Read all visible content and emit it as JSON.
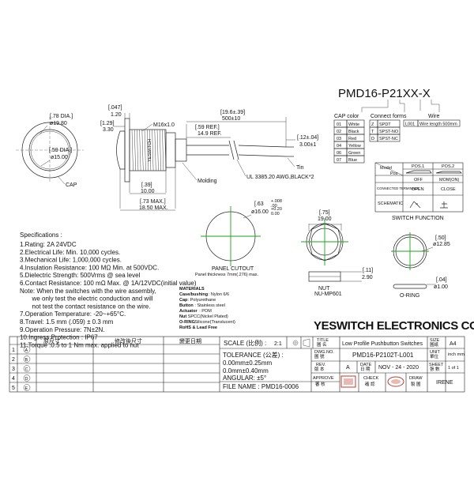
{
  "title": "PMD16-P21XX-X",
  "option_headers": {
    "cap": "CAP color",
    "connect": "Connect forms",
    "wire": "Wire"
  },
  "cap_colors": [
    {
      "code": "01",
      "name": "White"
    },
    {
      "code": "02",
      "name": "Black"
    },
    {
      "code": "03",
      "name": "Red"
    },
    {
      "code": "04",
      "name": "Yellow"
    },
    {
      "code": "06",
      "name": "Green"
    },
    {
      "code": "07",
      "name": "Blue"
    }
  ],
  "connect_forms": [
    {
      "code": "Z",
      "name": "SPDT"
    },
    {
      "code": "T",
      "name": "SPST-NO"
    },
    {
      "code": "D",
      "name": "SPST-NC"
    }
  ],
  "wire": {
    "code": "L001",
    "name": "Wire length 500mm"
  },
  "dims": {
    "cap_dia_in": "[.78 DIA.]",
    "cap_dia_mm": "ø19.80",
    "body_dia_in": "[.59 DIA.]",
    "body_dia_mm": "ø15.00",
    "cap_label": "CAP",
    "d047": "[.047]",
    "d120": "1.20",
    "d129": "[1.29]",
    "d330": "3.30",
    "thread": "M16x1.0",
    "brand_on_body": "YESWITCH",
    "d59": "[.59  REF.]",
    "d149": "14.9  REF.",
    "d196": "[19.6±.39]",
    "d500": "500±10",
    "d12": "[.12±.04]",
    "d300": "3.00±1",
    "tin": "Tin",
    "ul": "UL 3385.20 AWG,BLACK*2",
    "molding": "Molding",
    "d39": "[.39]",
    "d1000": "10.00",
    "d73": "[.73  MAX.]",
    "d1850": "18.50  MAX.",
    "cutout_dia_in": "[.63",
    "cutout_tol_in_top": "+.008",
    "cutout_tol_in_bot": ".00",
    "cutout_dia_mm": "ø16.00",
    "cutout_tol_mm_top": "+0.20",
    "cutout_tol_mm_bot": "0.00",
    "panel_title": "PANEL CUTOUT",
    "panel_note": "Panel thickness 7mm(.276) max.",
    "nut_w_in": "[.75]",
    "nut_w_mm": "19.00",
    "nut_t_in": "[.11]",
    "nut_t_mm": "2.90",
    "nut_title": "NUT",
    "nut_part": "NU-MP601",
    "oring_d_in": "[.50]",
    "oring_d_mm": "ø12.85",
    "oring_t_in": "[.04]",
    "oring_t_mm": "ø1.00",
    "oring_title": "O-RING"
  },
  "switch_function": {
    "title": "SWITCH  FUNCTION",
    "col_model": "Model",
    "col_pos": "Pos",
    "pos1": "POS.1",
    "pos2": "POS.2",
    "pos1_state": "OFF",
    "pos2_state": "MOM(ON)",
    "connected_label": "CONNECTED TERMINALS",
    "conn1": "OPEN",
    "conn2": "CLOSE",
    "schematic_label": "SCHEMATIC"
  },
  "materials": {
    "title": "MATERIALS",
    "items": [
      {
        "key": "Case/bushing",
        "value": ": Nylon 6/6"
      },
      {
        "key": "Cap",
        "value": ": Polyurethane"
      },
      {
        "key": "Button",
        "value": ": Stainless steel"
      },
      {
        "key": "Actuator",
        "value": ": POM"
      },
      {
        "key": "Nut",
        "value": " SPCC(Nickel Plated)"
      },
      {
        "key": "O-RING",
        "value": " Silicone(Translucent)"
      },
      {
        "key": "RoHS & Lead Free",
        "value": ""
      }
    ]
  },
  "specs": {
    "title": "Specifications :",
    "lines": [
      "1.Rating: 2A 24VDC",
      "2.Electrical Life: Min. 10,000 cycles.",
      "3.Mechanical Life: 1,000,000 cycles.",
      "4.Insulation Resistance: 100 MΩ Min. at 500VDC.",
      "5.Dielectric Strength: 500Vrms @ sea level",
      "6.Contact Resistance: 100 mΩ Max. @ 1A/12VDC(initial value)",
      "Note: When the switches with the wire assembly,",
      "       we only test the electric conduction and will",
      "       not test the contact resistance on the wire.",
      "7.Operation Temperature: -20~+65°C.",
      "8.Travel: 1.5 mm (.059) ± 0.3 mm",
      "9.Operation Pressure: 7N±2N.",
      "10.Ingress Protection : IP67",
      "11.Torque :0.5 to 1 Nm max. applied to nut"
    ]
  },
  "title_block": {
    "company": "YESWITCH ELECTRONICS CO.,LTD.",
    "rev_headers": [
      "原尺寸",
      "修改後尺寸",
      "變更日期"
    ],
    "rev_rows": [
      "1",
      "2",
      "3",
      "4",
      "5"
    ],
    "rev_marks": [
      "A",
      "B",
      "C",
      "D",
      "E"
    ],
    "scale_label": "SCALE (比例) :",
    "scale_value": "2:1",
    "tolerance_label": "TOLERANCE (公差) :",
    "tol1": "0.00mm±0.25mm",
    "tol2": "0.0mm±0.40mm",
    "angular": "ANGULAR: ±5°",
    "file_name": "FILE NAME : PMD16-0006",
    "title_label": "TITLE",
    "title_label_zh": "圖 名",
    "title_value": "Low Profile Pushbutton Switches",
    "size_label": "SIZE",
    "size_label_zh": "圖紙",
    "size_value": "A4",
    "dwg_label": "DWG.NO.",
    "dwg_label_zh": "圖 號",
    "dwg_value": "PMD16-P2102T-L001",
    "unit_label": "UNIT",
    "unit_label_zh": "單位",
    "unit_value": "inch mm",
    "rev_label": "REV.",
    "rev_label_zh": "版 本",
    "rev_value": "A",
    "date_label": "DATE",
    "date_label_zh": "日 期",
    "date_value": "NOV - 24 - 2020",
    "sheet_label": "SHEET",
    "sheet_label_zh": "張 數",
    "sheet_value": "1 of 1",
    "approve_label": "APPROVE",
    "approve_label_zh": "審 核",
    "check_label": "CHECK",
    "check_label_zh": "確 認",
    "draw_label": "DRAW",
    "draw_label_zh": "製 圖",
    "draw_value": "IRENE",
    "stamp_color": "#c0392b"
  }
}
